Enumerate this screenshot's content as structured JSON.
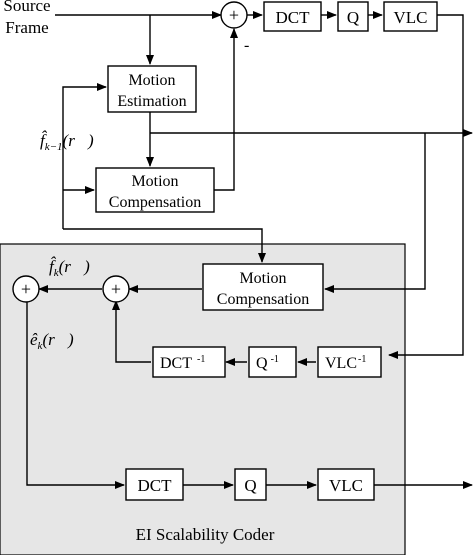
{
  "colors": {
    "enhancement_region_fill": "#e6e6e6",
    "stroke": "#000000"
  },
  "labels": {
    "source_line1": "Source",
    "source_line2": "Frame",
    "f_hat_prev": "f̂",
    "f_hat_prev_sub": "k−1",
    "f_hat_prev_arg": "(r⃗)",
    "f_hat_k": "f̂",
    "f_hat_k_sub": "k",
    "f_hat_k_arg": "(r⃗)",
    "e_hat_k": "ê",
    "e_hat_k_sub": "k",
    "e_hat_k_arg": "(r⃗)",
    "minus_sign": "-",
    "plus": "+"
  },
  "blocks": {
    "base_dct": "DCT",
    "base_q": "Q",
    "base_vlc": "VLC",
    "me_line1": "Motion",
    "me_line2": "Estimation",
    "mc_line1": "Motion",
    "mc_line2": "Compensation",
    "ei_mc_line1": "Motion",
    "ei_mc_line2": "Compensation",
    "idct": "DCT",
    "idct_sup": "-1",
    "iq": "Q",
    "iq_sup": "-1",
    "ivlc": "VLC",
    "ivlc_sup": "-1",
    "ei_dct": "DCT",
    "ei_q": "Q",
    "ei_vlc": "VLC"
  },
  "ei_region_title": "EI Scalability Coder"
}
